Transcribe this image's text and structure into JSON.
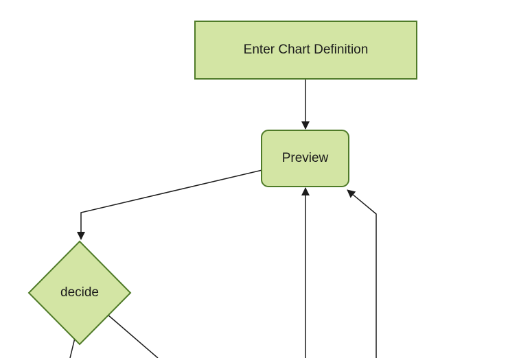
{
  "diagram": {
    "type": "flowchart",
    "direction": "top-down",
    "nodes": [
      {
        "id": "enter-chart-definition",
        "label": "Enter Chart Definition",
        "shape": "rectangle"
      },
      {
        "id": "preview",
        "label": "Preview",
        "shape": "rounded-rectangle"
      },
      {
        "id": "decide",
        "label": "decide",
        "shape": "diamond"
      }
    ],
    "edges": [
      {
        "from": "enter-chart-definition",
        "to": "preview",
        "arrow": true
      },
      {
        "from": "preview",
        "to": "decide",
        "arrow": true
      },
      {
        "from": "below-viewport",
        "to": "preview",
        "arrow": true
      },
      {
        "from": "below-viewport",
        "to": "preview",
        "arrow": true
      },
      {
        "from": "decide",
        "to": "below-viewport",
        "arrow": false
      },
      {
        "from": "decide",
        "to": "below-viewport",
        "arrow": false
      }
    ]
  },
  "colors": {
    "background": "#ffffff",
    "node_fill": "#d3e5a4",
    "node_border": "#4f7b28",
    "node_text": "#1b1b1b",
    "edge_line": "#1c1c1c"
  }
}
